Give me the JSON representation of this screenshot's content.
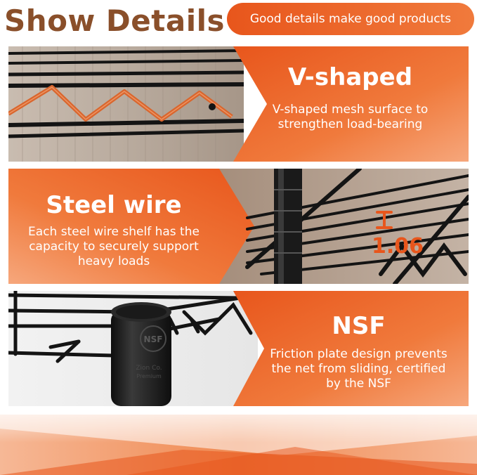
{
  "header": {
    "title": "Show Details",
    "tagline": "Good details make good products"
  },
  "features": [
    {
      "title": "V-shaped",
      "description": "V-shaped mesh surface to\nstrengthen load-bearing"
    },
    {
      "title": "Steel wire",
      "description": "Each steel wire shelf has the\ncapacity to securely support\nheavy loads",
      "measurement": "1.06"
    },
    {
      "title": "NSF",
      "description": "Friction plate design prevents\nthe net from sliding, certified\nby the NSF",
      "cap_logo": "NSF",
      "cap_logo_sub": "Zion Co.",
      "cap_logo_sub2": "Premium"
    }
  ],
  "colors": {
    "accent": "#e8561c",
    "accent_light": "#f4a57c",
    "title_brown": "#8a4f2a",
    "wire": "#141414",
    "wire_highlight": "#d9662e"
  }
}
